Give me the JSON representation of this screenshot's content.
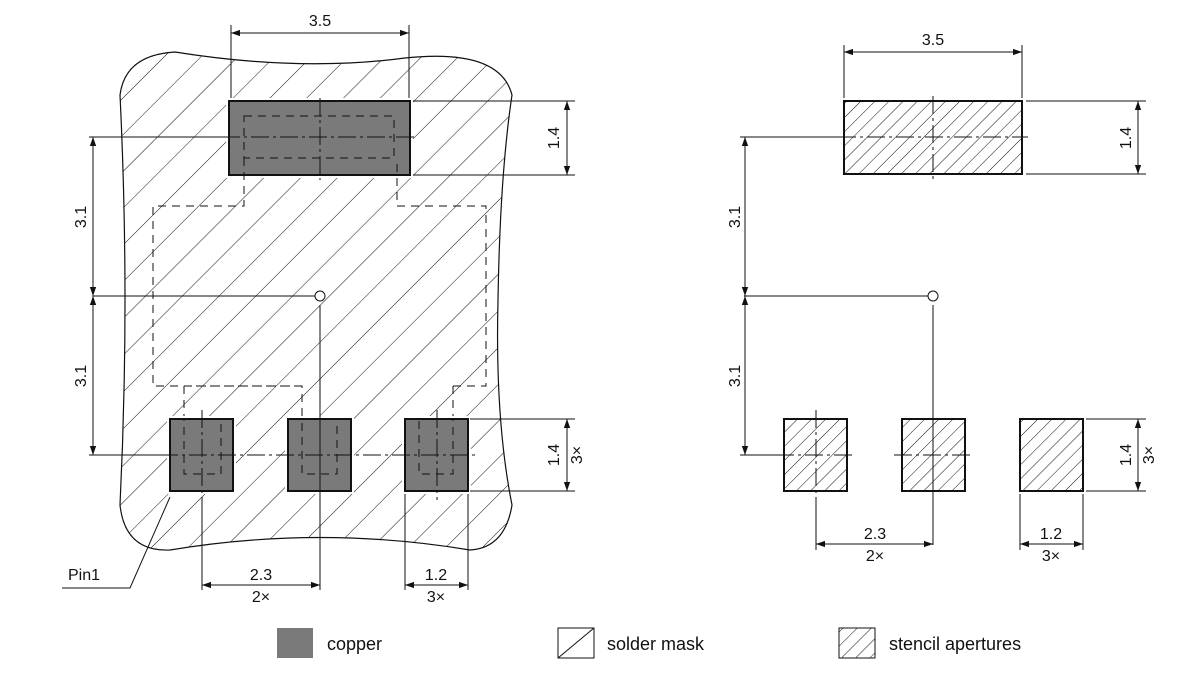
{
  "dimensions": {
    "pad_width": "3.5",
    "pad_height": "1.4",
    "pitch_upper": "3.1",
    "pitch_lower": "3.1",
    "pitch_x": "2.3",
    "pitch_x_count": "2×",
    "small_pad_width": "1.2",
    "small_pad_count": "3×",
    "small_pad_height": "1.4",
    "small_pad_height_count": "3×"
  },
  "pin1_label": "Pin1",
  "legend": {
    "copper": "copper",
    "solder_mask": "solder mask",
    "stencil": "stencil apertures"
  },
  "colors": {
    "copper": "#7a7a7a",
    "line": "#111111"
  }
}
